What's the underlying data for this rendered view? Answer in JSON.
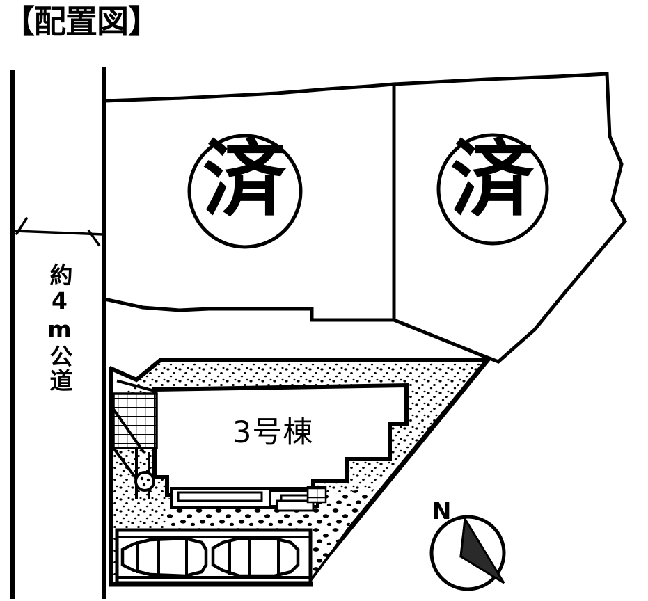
{
  "document": {
    "title": "【配置図】",
    "kind": "site-plan",
    "ink_color": "#000000",
    "paper_color": "#ffffff"
  },
  "road": {
    "label": "約4m公道",
    "position": "left",
    "dimension_ticks": 2
  },
  "lots": [
    {
      "id": "lot-upper-left",
      "stamp": "済",
      "stamp_shape": "circle",
      "status_meaning": "sold"
    },
    {
      "id": "lot-upper-right",
      "stamp": "済",
      "stamp_shape": "circle",
      "status_meaning": "sold"
    },
    {
      "id": "lot-lower",
      "building_label": "3号棟",
      "parking_spaces": 2
    }
  ],
  "compass": {
    "north_label": "N",
    "needle": "dark-wedge"
  },
  "features": {
    "stipple_fill": "gravel/planting",
    "grid_fill": "deck/tile",
    "manhole": "round-cover",
    "cars": 2
  }
}
